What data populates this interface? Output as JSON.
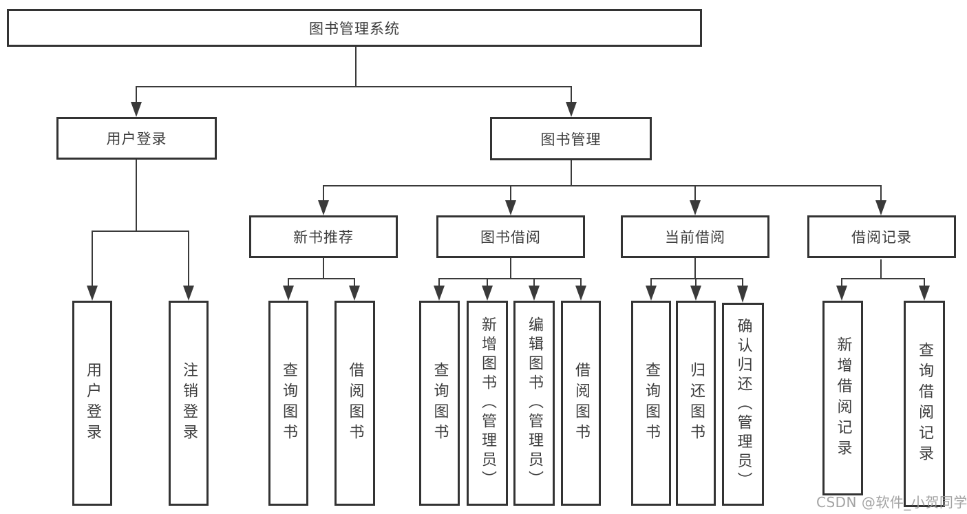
{
  "diagram": {
    "type": "hierarchy",
    "tree": {
      "root": {
        "label": "图书管理系统",
        "children": [
          {
            "label": "用户登录",
            "children": [
              {
                "label": "用户登录"
              },
              {
                "label": "注销登录"
              }
            ]
          },
          {
            "label": "图书管理",
            "children": [
              {
                "label": "新书推荐",
                "children": [
                  {
                    "label": "查询图书"
                  },
                  {
                    "label": "借阅图书"
                  }
                ]
              },
              {
                "label": "图书借阅",
                "children": [
                  {
                    "label": "查询图书"
                  },
                  {
                    "label": "新增图书（管理员）"
                  },
                  {
                    "label": "编辑图书（管理员）"
                  },
                  {
                    "label": "借阅图书"
                  }
                ]
              },
              {
                "label": "当前借阅",
                "children": [
                  {
                    "label": "查询图书"
                  },
                  {
                    "label": "归还图书"
                  },
                  {
                    "label": "确认归还（管理员）"
                  }
                ]
              },
              {
                "label": "借阅记录",
                "children": [
                  {
                    "label": "新增借阅记录"
                  },
                  {
                    "label": "查询借阅记录"
                  }
                ]
              }
            ]
          }
        ]
      }
    },
    "colors": {
      "line": "#3a3a3a",
      "box_border": "#333333",
      "text": "#3d3d3d",
      "watermark": "#9e9e9e"
    }
  },
  "watermark": {
    "text": "CSDN @软件_小贺同学"
  }
}
